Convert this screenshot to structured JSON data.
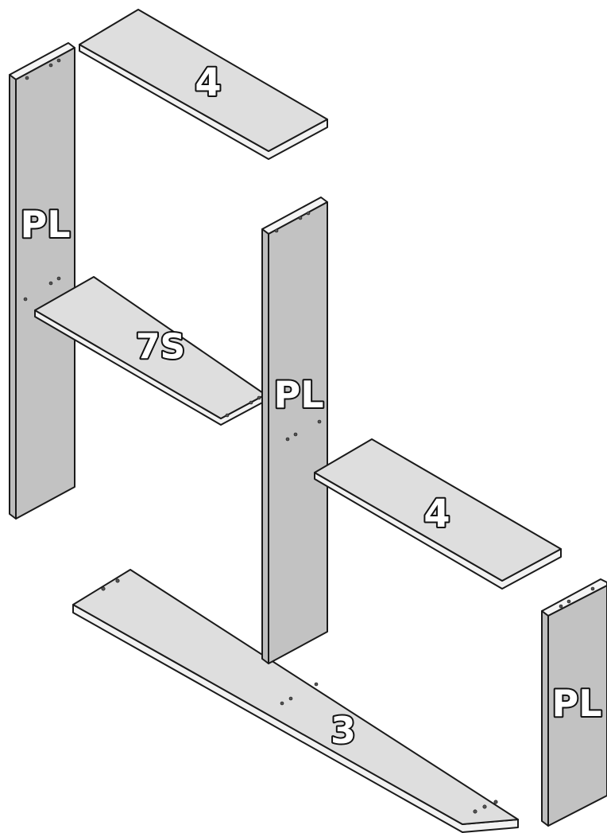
{
  "colors": {
    "top_face": "#dcdcdc",
    "front_face": "#b9b9b9",
    "edge_face": "#f4f4f4",
    "outline": "#1a1a1a",
    "label_fill": "#ffffff",
    "label_stroke": "#111111"
  },
  "parts": {
    "top_shelf": {
      "label": "4"
    },
    "left_panel": {
      "label": "PL"
    },
    "middle_shelf_7s": {
      "label": "7S"
    },
    "center_panel": {
      "label": "PL"
    },
    "right_shelf": {
      "label": "4"
    },
    "bottom_base": {
      "label": "3"
    },
    "far_right_panel": {
      "label": "PL"
    }
  }
}
